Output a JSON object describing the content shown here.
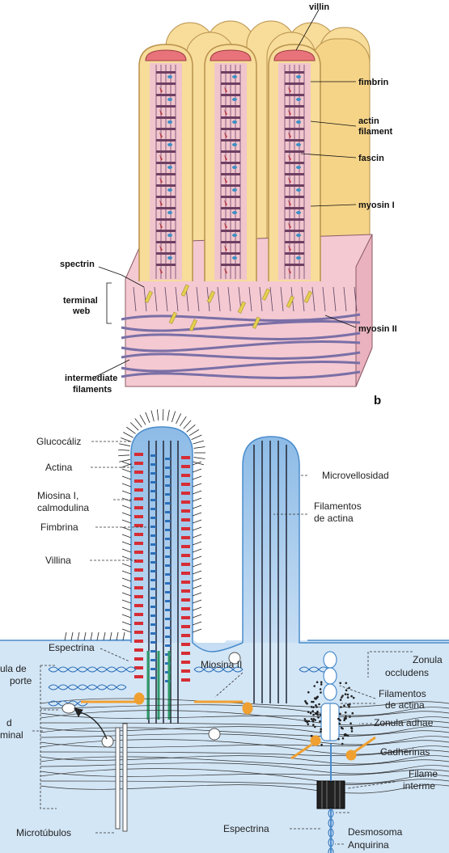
{
  "panel_top": {
    "labels": {
      "villin": "villin",
      "fimbrin": "fimbrin",
      "actin_line1": "actin",
      "actin_line2": "filament",
      "fascin": "fascin",
      "myosin1": "myosin I",
      "spectrin": "spectrin",
      "terminal_line1": "terminal",
      "terminal_line2": "web",
      "myosin2": "myosin II",
      "intermediate_line1": "intermediate",
      "intermediate_line2": "filaments"
    },
    "letter": "b",
    "colors": {
      "villus": "#f7dc9a",
      "villus_edge": "#b8914a",
      "cell": "#f4c9d2",
      "cap": "#e8737a",
      "intermediate": "#7a6fa6",
      "fascin": "#3c8fc4",
      "crosslink": "#b33a48",
      "spectrin": "#e5d050"
    }
  },
  "panel_bottom": {
    "labels": {
      "glucocaliz": "Glucocáliz",
      "actina": "Actina",
      "miosina_line1": "Miosina I,",
      "miosina_line2": "calmodulina",
      "fimbrina": "Fimbrina",
      "villina": "Villina",
      "microvellosidad": "Microvellosidad",
      "filamentos_line1": "Filamentos",
      "filamentos_line2": "de actina",
      "espectrina_top": "Espectrina",
      "zonula_occ_line1": "Zonula",
      "zonula_occ_line2": "occludens",
      "filamentos_right_line1": "Filamentos",
      "filamentos_right_line2": "de actina",
      "zonula_adh": "Zonula adhae",
      "cadherinas": "Cadherinas",
      "filame_line1": "Filame",
      "filame_line2": "interme",
      "miosina2": "Miosina II",
      "vesicula_line1": "ula de",
      "vesicula_line2": "porte",
      "red_line1": "d",
      "red_line2": "minal",
      "microtubulos": "Microtúbulos",
      "espectrina_bottom": "Espectrina",
      "desmosoma": "Desmosoma",
      "anquirina": "Anquirina"
    },
    "colors": {
      "cytoplasm": "#d3e6f6",
      "villus_fill": "#b3d3f0",
      "outline": "#4a8ccc",
      "red_bar": "#d62d35",
      "blue_bar": "#2c6fb8",
      "green": "#2f9b6a",
      "orange": "#f0a030"
    }
  }
}
